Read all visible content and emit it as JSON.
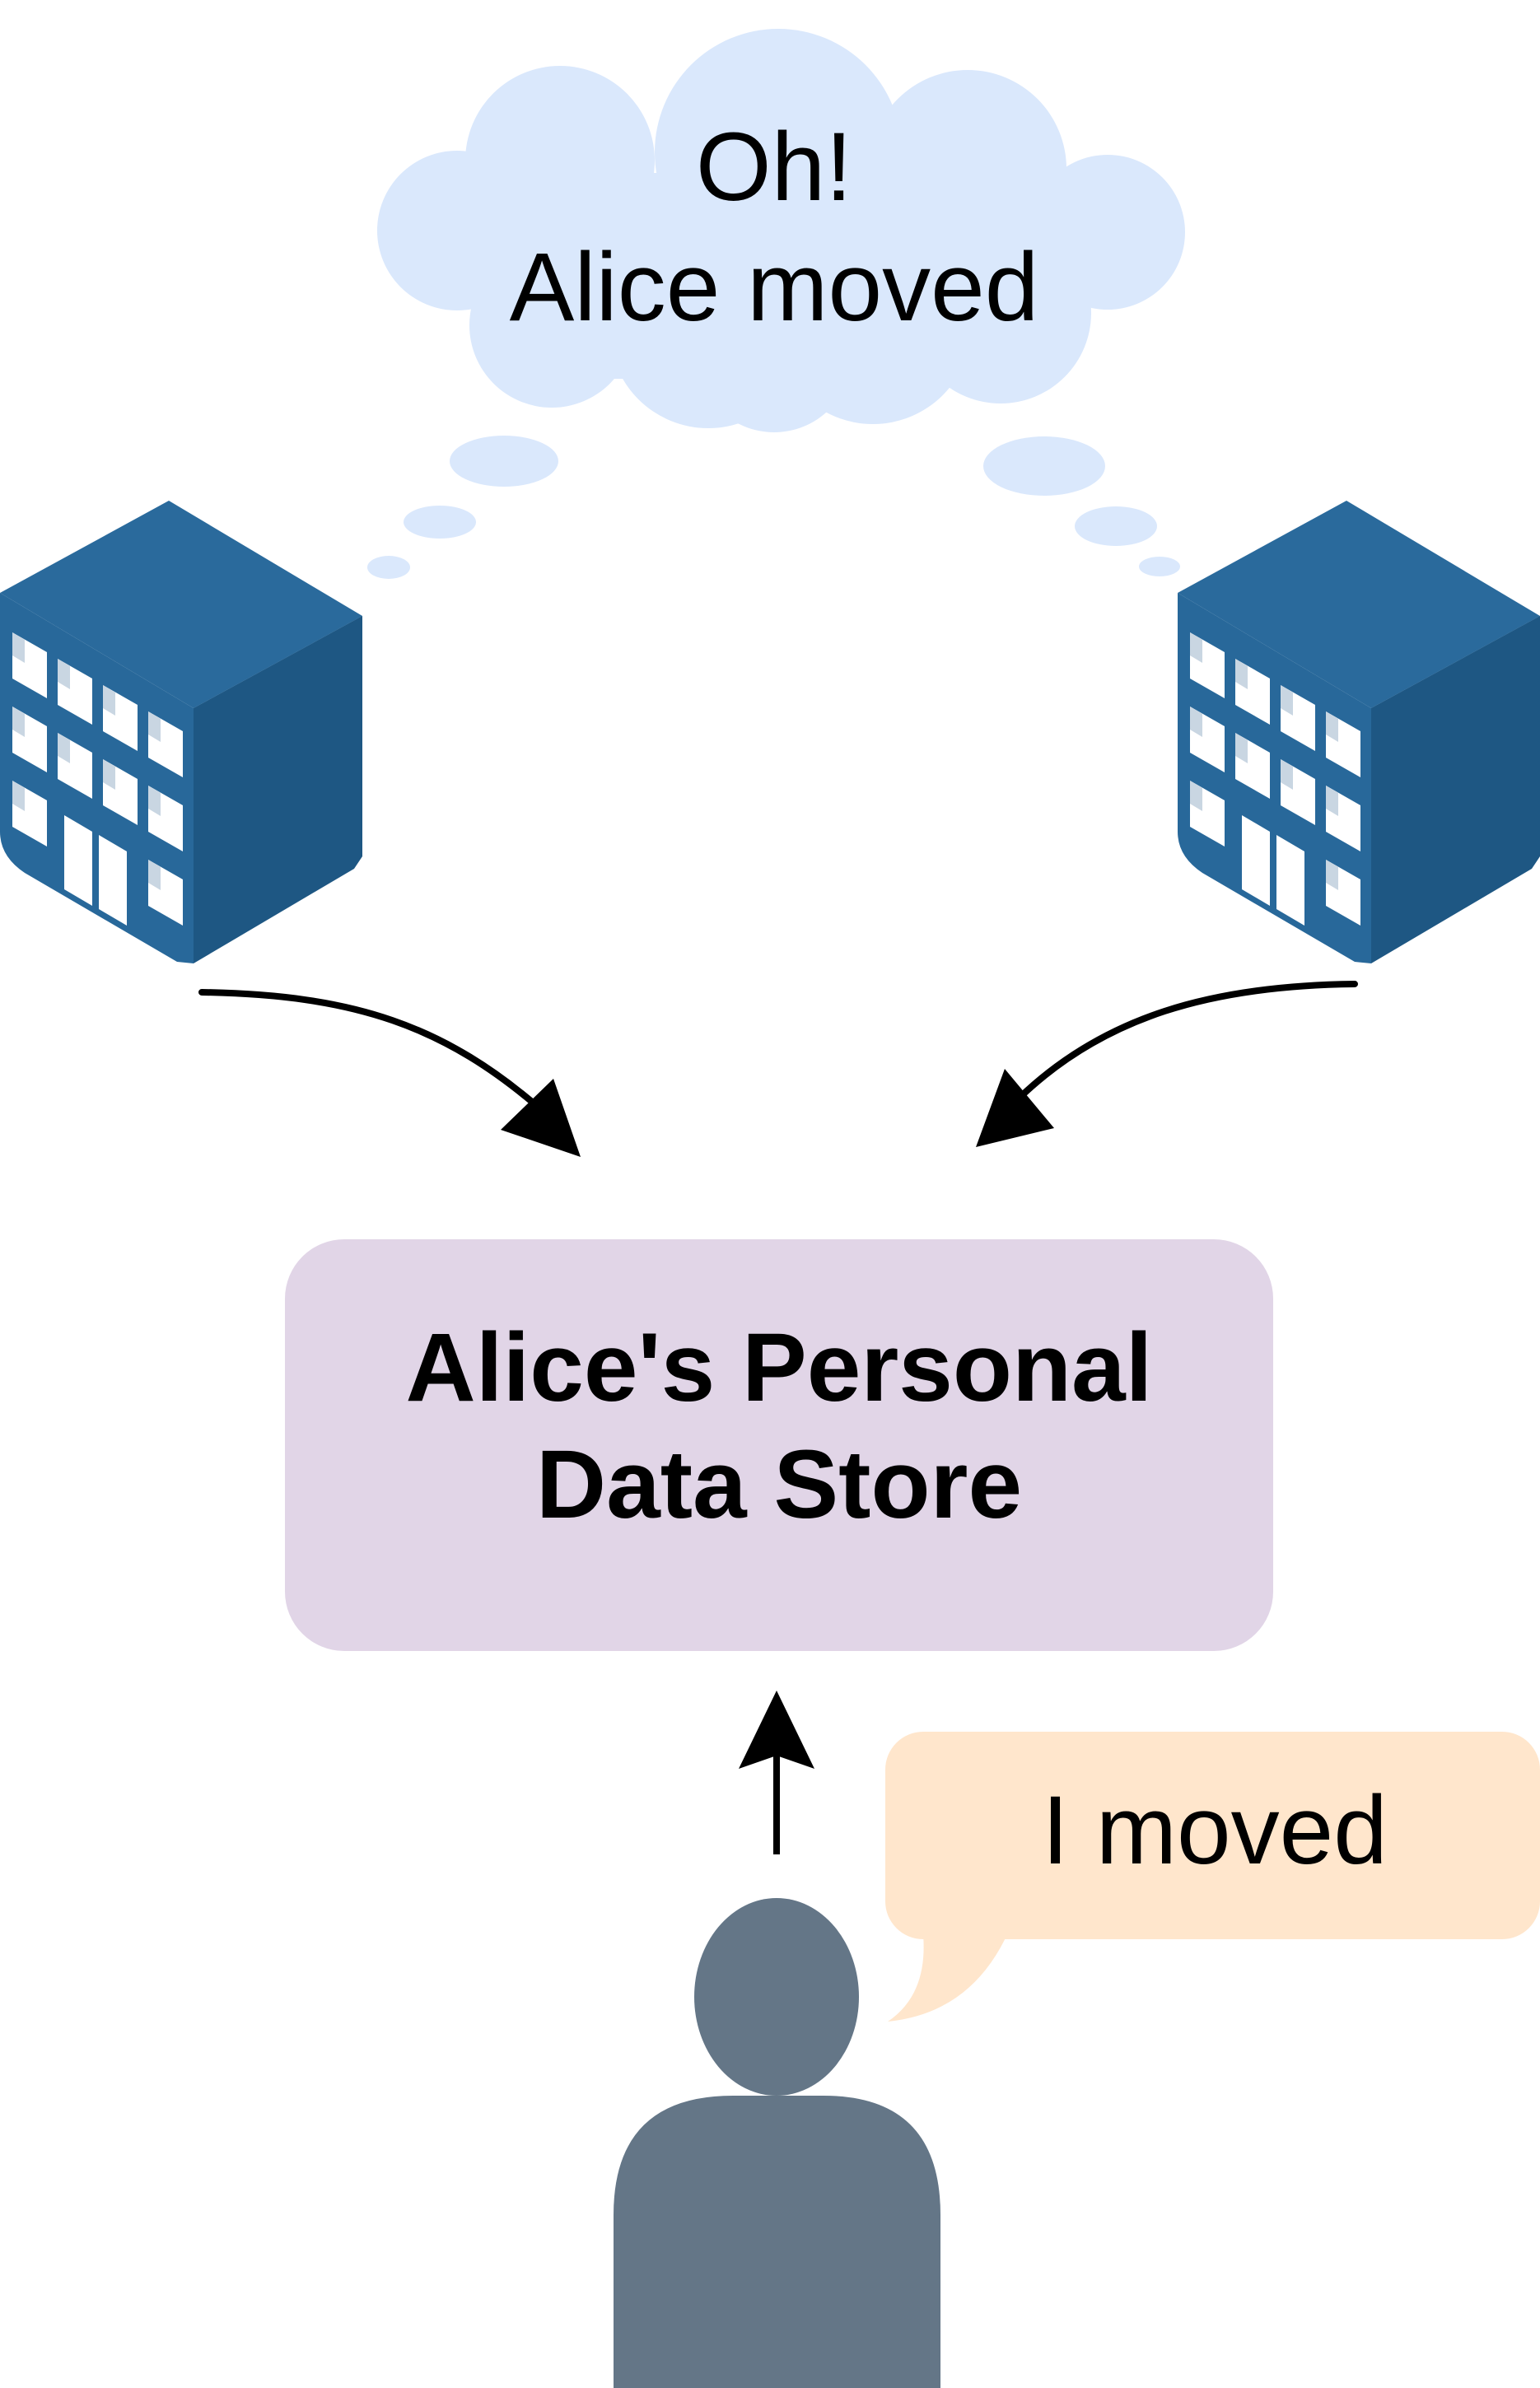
{
  "thought_cloud": {
    "lines": [
      "Oh!",
      "Alice moved"
    ],
    "fill": "#dae8fc"
  },
  "data_store": {
    "lines": [
      "Alice's Personal",
      "Data Store"
    ],
    "fill": "#e1d5e7"
  },
  "speech_bubble": {
    "text": "I moved",
    "fill": "#ffe6cc"
  },
  "colors": {
    "building_top": "#2a6a9c",
    "building_left": "#28689a",
    "building_right": "#1e5783",
    "person": "#647687",
    "arrow": "#000000"
  },
  "icons": [
    "building-icon",
    "person-icon",
    "thought-cloud-icon",
    "speech-bubble-icon"
  ]
}
